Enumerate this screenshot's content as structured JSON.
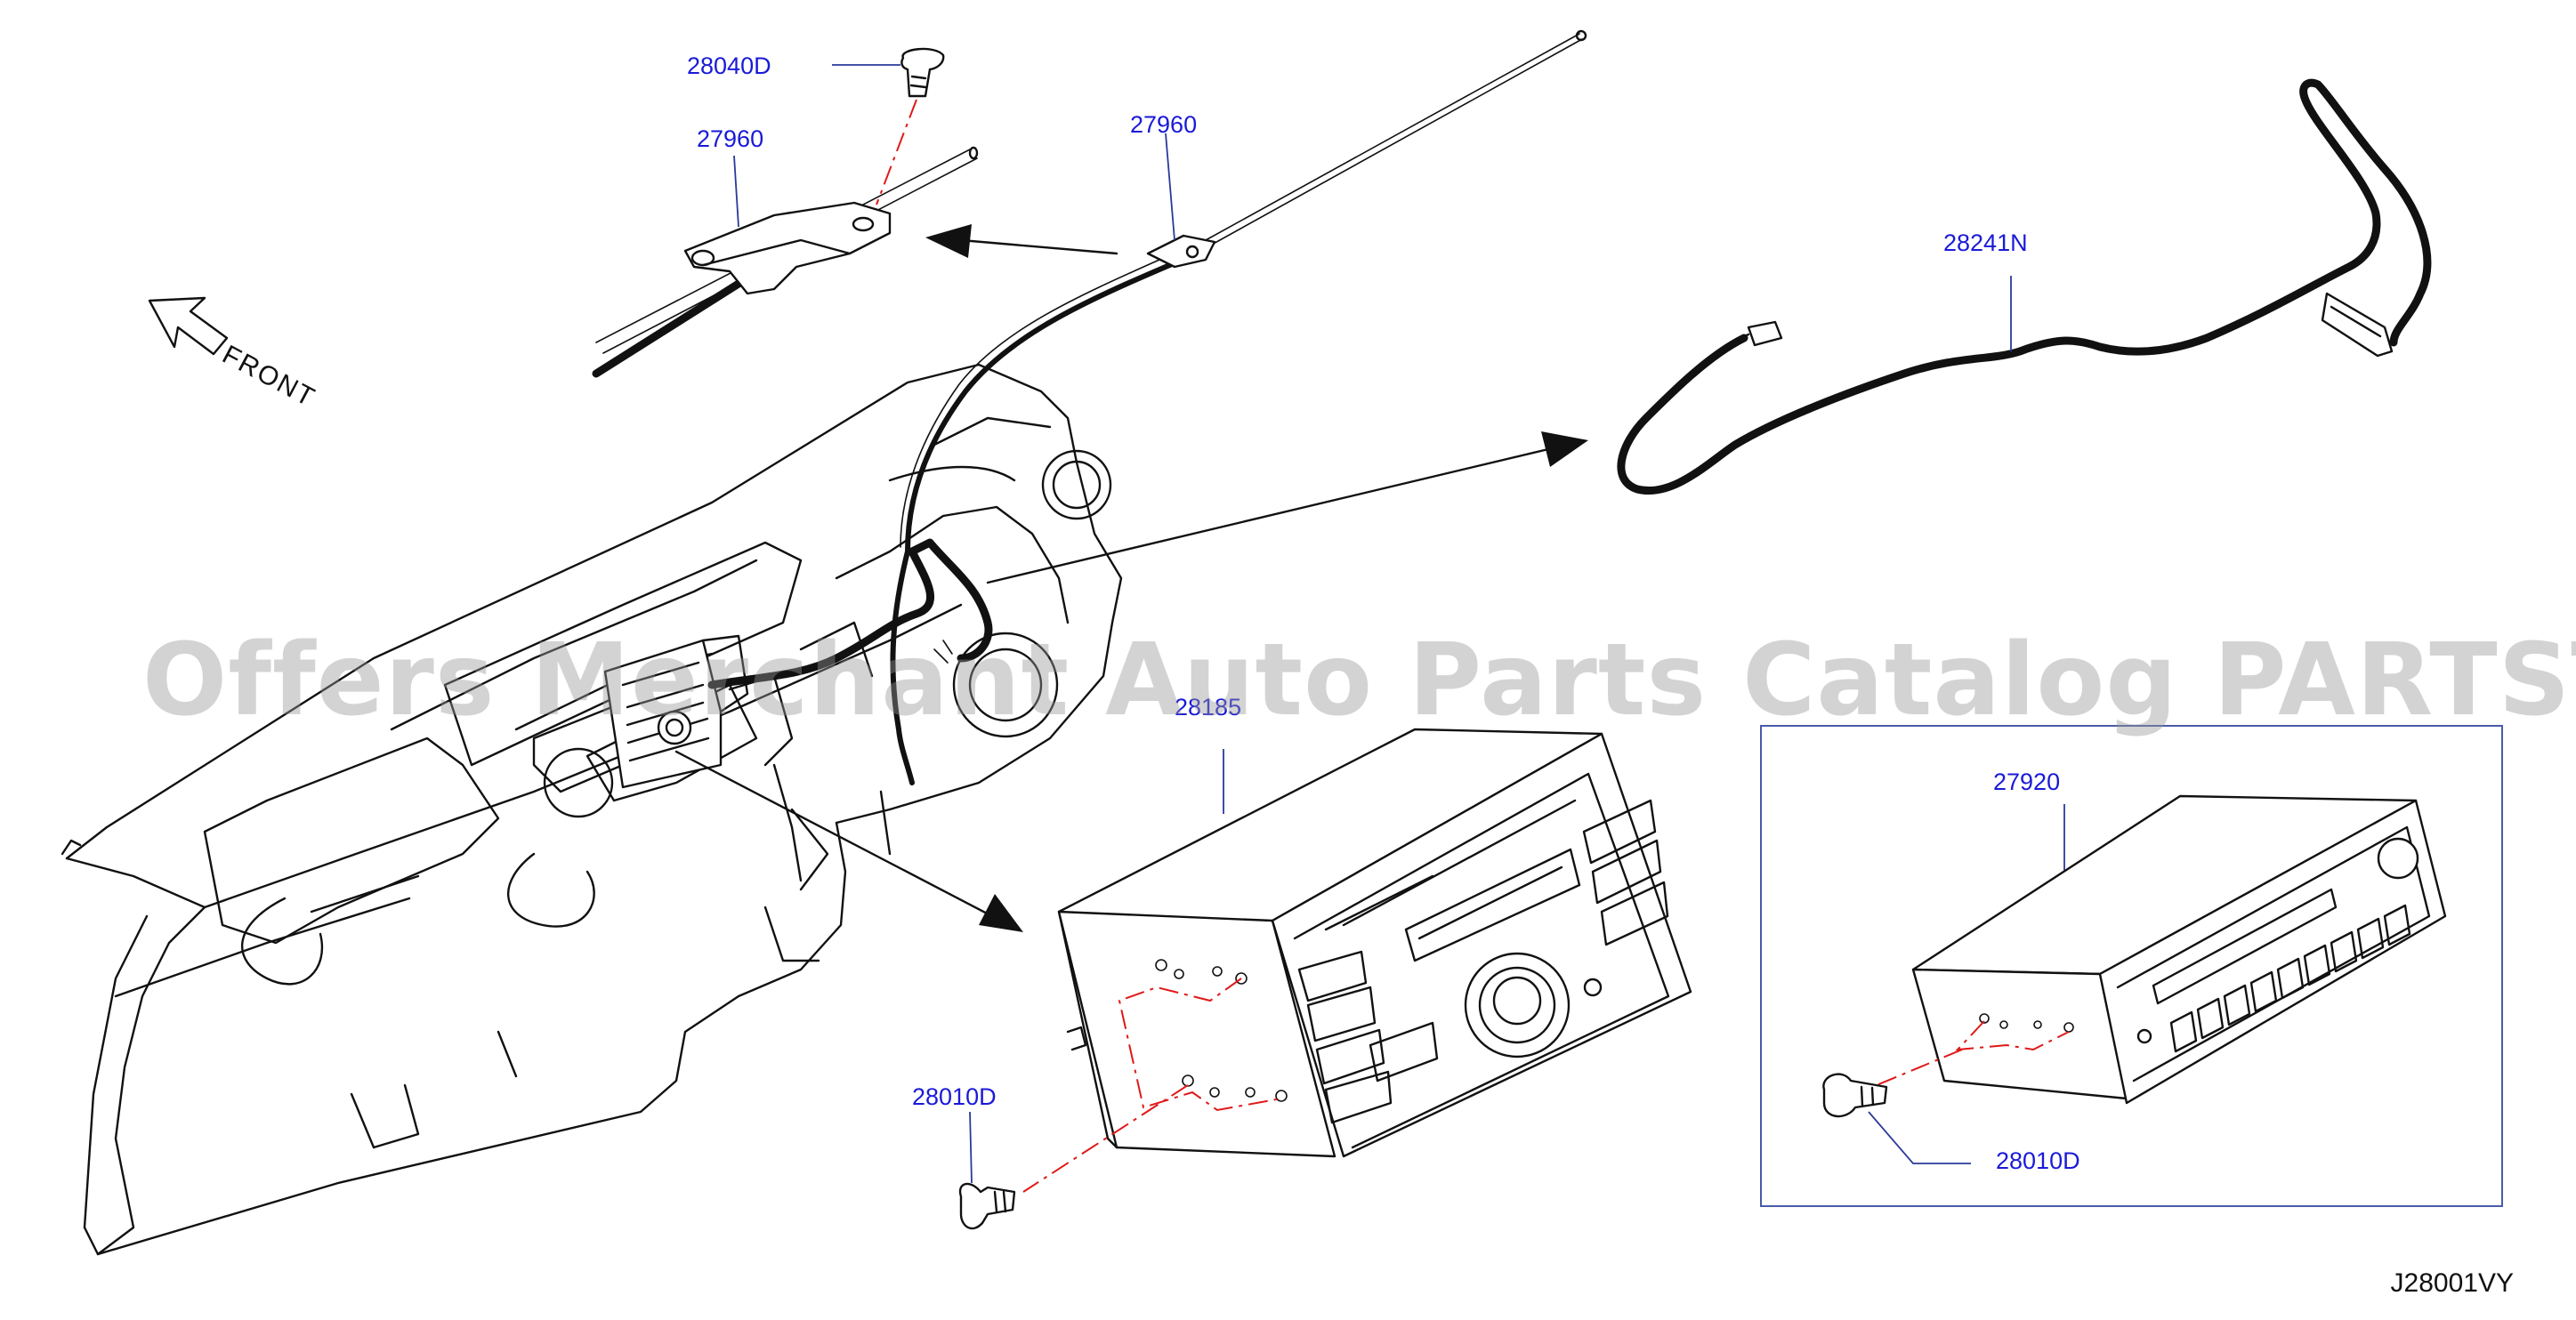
{
  "diagram": {
    "labels": {
      "clip_28040d": "28040D",
      "antenna_bracket_27960_left": "27960",
      "antenna_27960_right": "27960",
      "feeder_cable_28241n": "28241N",
      "audio_unit_main": "28185",
      "screw_28010d_main": "28010D",
      "audio_unit_alt_27920": "27920",
      "screw_28010d_alt": "28010D"
    },
    "front_indicator": "FRONT",
    "diagram_code": "J28001VY",
    "watermark": "Offers Merchant Auto Parts Catalog PARTSTORE.SA",
    "colors": {
      "part_label": "#1a1ad8",
      "leader_line": "#2a3a9a",
      "center_line": "#e01818"
    }
  }
}
